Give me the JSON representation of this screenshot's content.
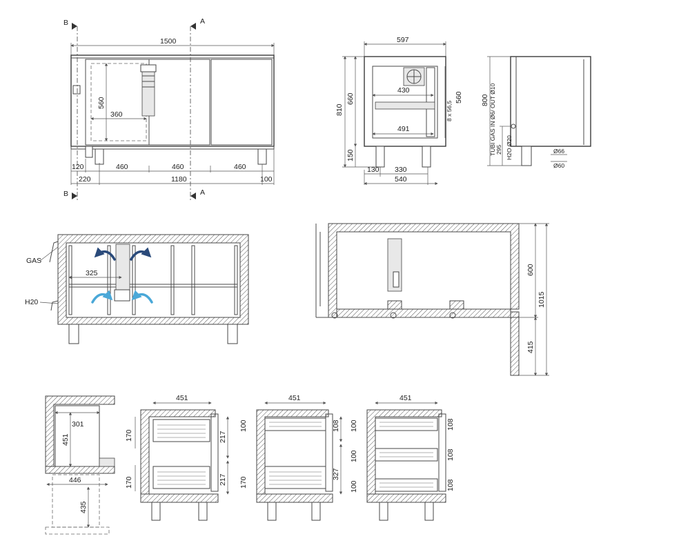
{
  "colors": {
    "line": "#4a4a4a",
    "air_hot": "#2a4a7a",
    "air_cold": "#4aa8d8"
  },
  "top_front": {
    "section_b": "B",
    "section_a": "A",
    "overall_width": "1500",
    "door_height": "560",
    "shelf_width": "360",
    "leg_offset": "120",
    "bay1": "460",
    "bay2": "460",
    "bay3": "460",
    "left_overhang": "220",
    "leg_span": "1180",
    "right_overhang": "100"
  },
  "top_side": {
    "width_top": "597",
    "shelf_depth": "430",
    "grid_label": "8 x 56,5",
    "inner_h": "560",
    "shelf_depth2": "491",
    "total_h": "810",
    "body_h": "660",
    "leg_h": "150",
    "leg_off": "130",
    "leg_span": "330",
    "base_w": "540"
  },
  "top_right": {
    "height": "800",
    "pipes": "TUBI GAS IN Ø6/ OUT Ø10",
    "water": "H2O Ø20",
    "water_h": "295",
    "dia1": "Ø66",
    "dia2": "Ø60"
  },
  "mid_left": {
    "gas": "GAS",
    "water": "H20",
    "dim": "325"
  },
  "mid_right": {
    "inner_h": "600",
    "total_h": "1015",
    "leg_h": "415"
  },
  "bottom": {
    "a": {
      "width": "301",
      "height": "451",
      "depth": "446",
      "leg": "435"
    },
    "b": {
      "width": "451",
      "h1": "170",
      "h2": "170",
      "r1": "217",
      "r2": "217"
    },
    "c": {
      "width": "451",
      "l1": "100",
      "l2": "170",
      "r1": "108",
      "r2": "327"
    },
    "d": {
      "width": "451",
      "l1": "100",
      "l2": "100",
      "l3": "100",
      "r1": "108",
      "r2": "108",
      "r3": "108"
    }
  }
}
